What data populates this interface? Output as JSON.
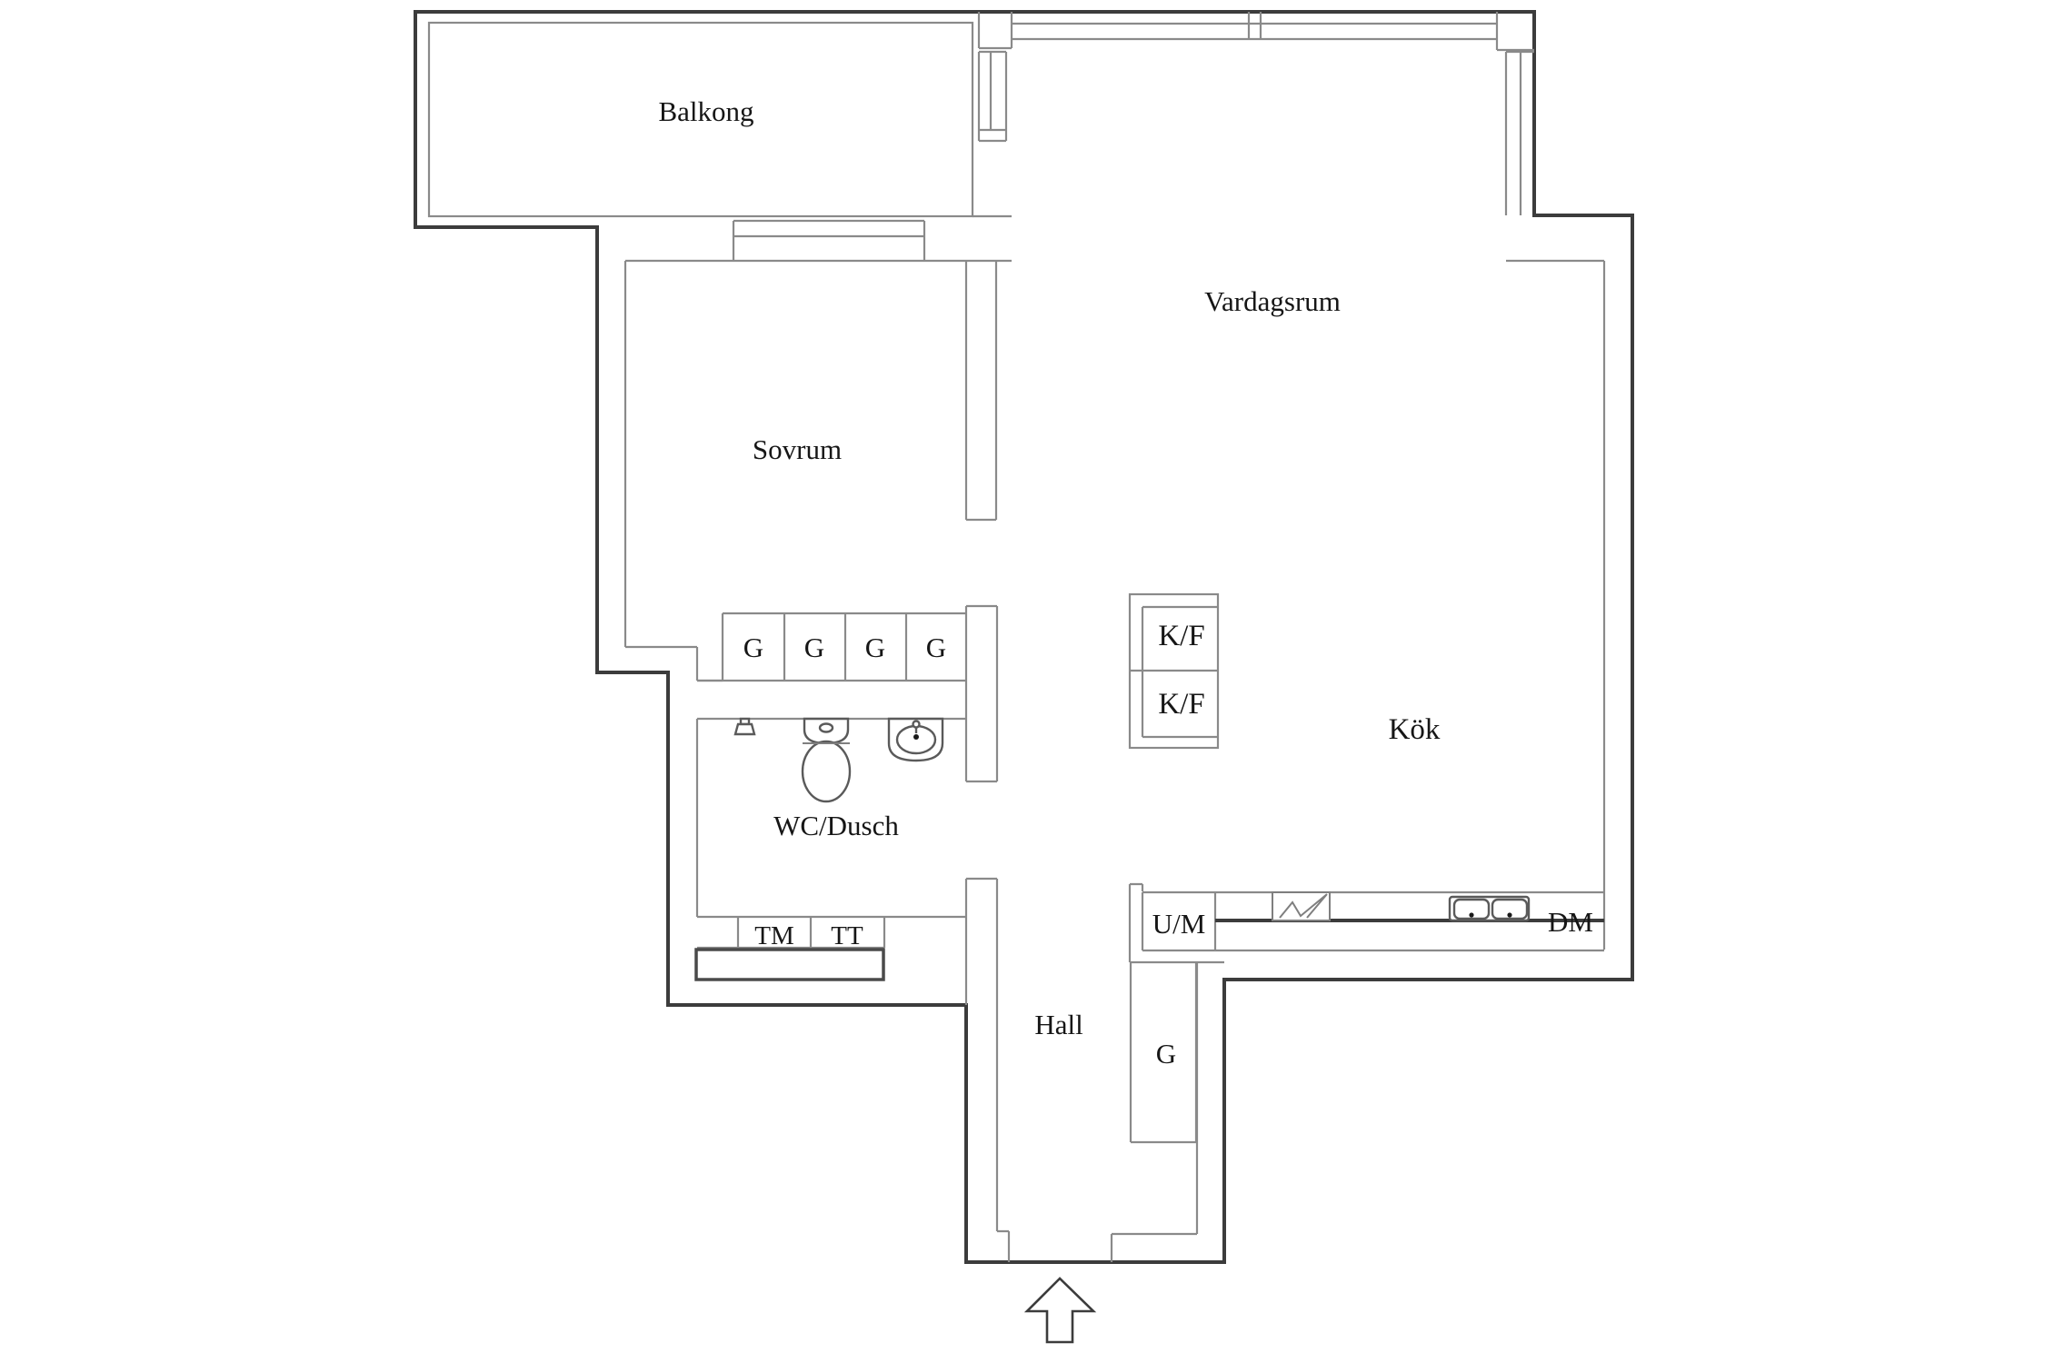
{
  "page": {
    "title": "Apartment floor plan",
    "background_color": "#ffffff",
    "wall_outer_color": "#3c3c3c",
    "wall_inner_color": "#8a8a8a",
    "text_color": "#161616"
  },
  "rooms": {
    "balcony": {
      "label": "Balkong"
    },
    "living_room": {
      "label": "Vardagsrum"
    },
    "bedroom": {
      "label": "Sovrum"
    },
    "bathroom": {
      "label": "WC/Dusch"
    },
    "kitchen": {
      "label": "Kök"
    },
    "hall": {
      "label": "Hall"
    }
  },
  "closets": {
    "bedroom_wardrobes": [
      "G",
      "G",
      "G",
      "G"
    ],
    "hall_wardrobe": "G"
  },
  "appliances": {
    "fridge_freezer_top": "K/F",
    "fridge_freezer_bottom": "K/F",
    "washing_machine": "TM",
    "tumble_dryer": "TT",
    "oven_microwave": "U/M",
    "dishwasher": "DM"
  },
  "icons": {
    "entrance_arrow": "entrance-arrow-up",
    "toilet": "toilet-top-view",
    "washbasin": "washbasin-top-view",
    "shower": "shower-head",
    "stove": "cooktop-symbol",
    "kitchen_sink": "double-sink-top-view"
  }
}
